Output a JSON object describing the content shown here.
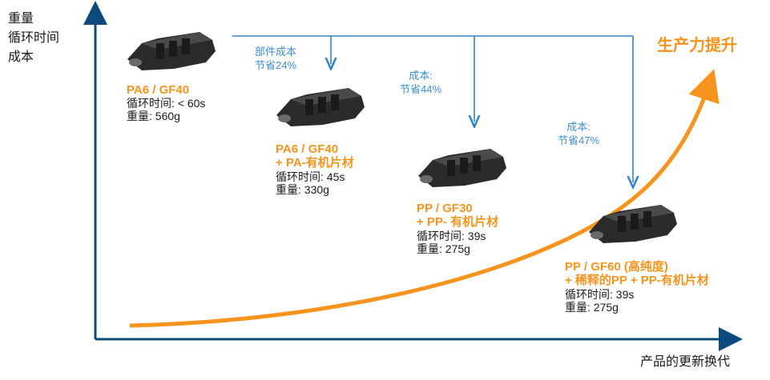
{
  "y_axis_label": [
    "重量",
    "循环时间",
    "成本"
  ],
  "x_axis_label": "产品的更新换代",
  "curve_label": "生产力提升",
  "colors": {
    "axis": "#0b4a7a",
    "arrow": "#2f86c9",
    "curve": "#f7941d",
    "label_orange": "#f7941d",
    "saving_blue": "#3b8fd0"
  },
  "products": [
    {
      "name": "PA6 / GF40",
      "cycle": "循环时间: < 60s",
      "weight": "重量: 560g"
    },
    {
      "name": "PA6 / GF40",
      "name2": "+ PA-有机片材",
      "cycle": "循环时间: 45s",
      "weight": "重量: 330g"
    },
    {
      "name": "PP / GF30",
      "name2": "+ PP- 有机片材",
      "cycle": "循环时间: 39s",
      "weight": "重量: 275g"
    },
    {
      "name": "PP / GF60 (高纯度)",
      "name2": "+ 稀释的PP + PP-有机片材",
      "cycle": "循环时间: 39s",
      "weight": "重量: 275g"
    }
  ],
  "savings": [
    {
      "line1": "部件成本",
      "line2": "节省24%"
    },
    {
      "line1": "成本:",
      "line2": "节省44%"
    },
    {
      "line1": "成本:",
      "line2": "节省47%"
    }
  ]
}
